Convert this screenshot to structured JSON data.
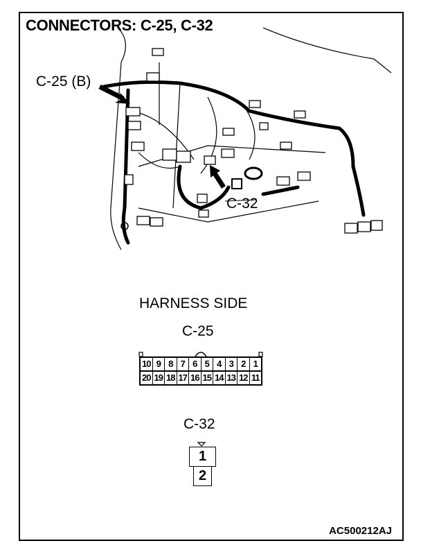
{
  "title": "CONNECTORS: C-25, C-32",
  "illustration": {
    "callout_c25": "C-25 (B)",
    "callout_c32": "C-32"
  },
  "harness_side_label": "HARNESS SIDE",
  "c25": {
    "label": "C-25",
    "row1": [
      "10",
      "9",
      "8",
      "7",
      "6",
      "5",
      "4",
      "3",
      "2",
      "1"
    ],
    "row2": [
      "20",
      "19",
      "18",
      "17",
      "16",
      "15",
      "14",
      "13",
      "12",
      "11"
    ]
  },
  "c32": {
    "label": "C-32",
    "pins": [
      "1",
      "2"
    ]
  },
  "figure_code": "AC500212AJ"
}
